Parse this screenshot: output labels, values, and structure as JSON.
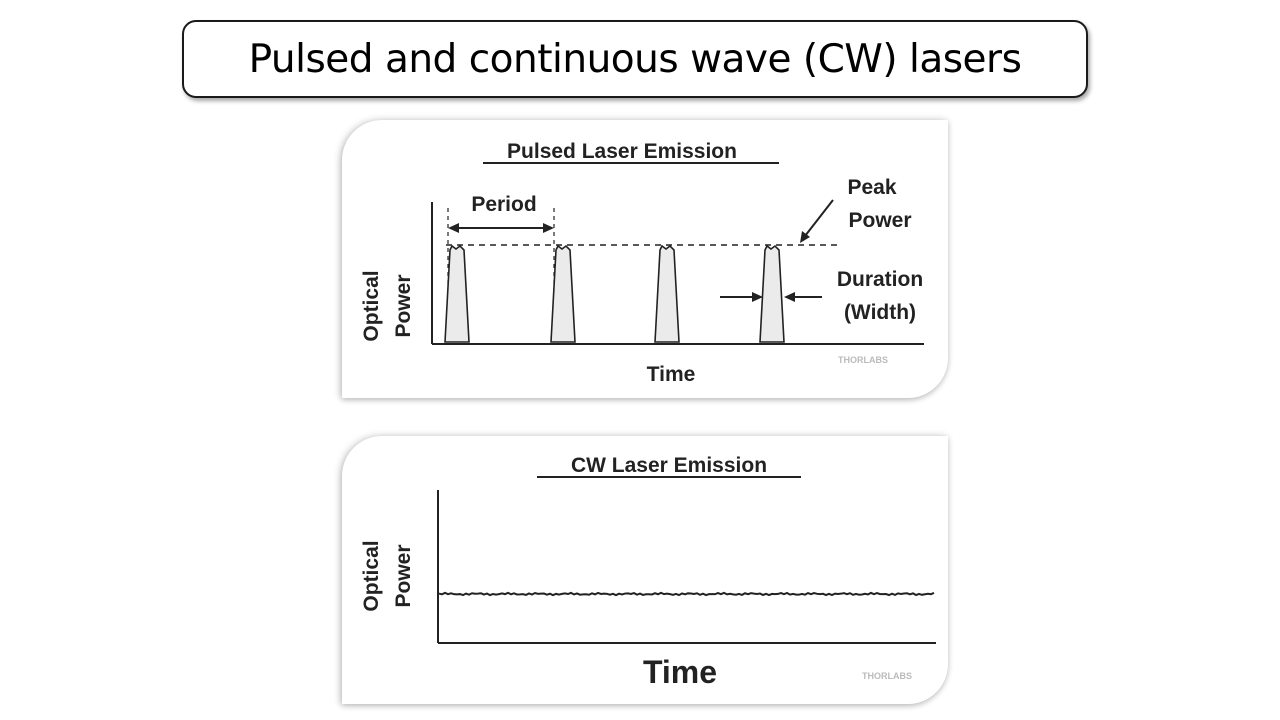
{
  "slide": {
    "title": "Pulsed and continuous wave (CW) lasers"
  },
  "pulsed_figure": {
    "title": "Pulsed Laser Emission",
    "y_label_line1": "Optical",
    "y_label_line2": "Power",
    "x_label": "Time",
    "period_label": "Period",
    "peak_label_line1": "Peak",
    "peak_label_line2": "Power",
    "duration_label_line1": "Duration",
    "duration_label_line2": "(Width)",
    "watermark": "THORLABS",
    "pulse_count": 4
  },
  "cw_figure": {
    "title": "CW Laser Emission",
    "y_label_line1": "Optical",
    "y_label_line2": "Power",
    "x_label": "Time",
    "watermark": "THORLABS"
  },
  "colors": {
    "ink": "#222222",
    "panel_background": "#ffffff"
  }
}
